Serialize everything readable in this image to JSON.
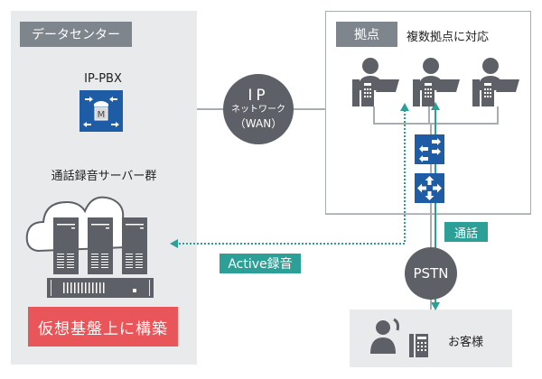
{
  "datacenter": {
    "title": "データセンター",
    "pbx_label": "IP-PBX",
    "pbx_icon_glyph": "M",
    "recording_group_label": "通話録音サーバー群",
    "virtual_label": "仮想基盤上に構築"
  },
  "network": {
    "wan_line1": "IP",
    "wan_line2": "ネットワーク",
    "wan_line3": "（WAN）",
    "pstn_label": "PSTN"
  },
  "site": {
    "title": "拠点",
    "subtitle": "複数拠点に対応",
    "agent_count": 3
  },
  "flows": {
    "call_label": "通話",
    "active_recording_label": "Active録音"
  },
  "customer": {
    "label": "お客様"
  },
  "colors": {
    "teal": "#2c9f96",
    "red": "#e8565a",
    "dark_gray": "#5d6066",
    "panel_gray": "#e9eaec",
    "label_gray": "#7f858d",
    "icon_blue": "#1f5ca6",
    "line_gray": "#a8adb2"
  }
}
